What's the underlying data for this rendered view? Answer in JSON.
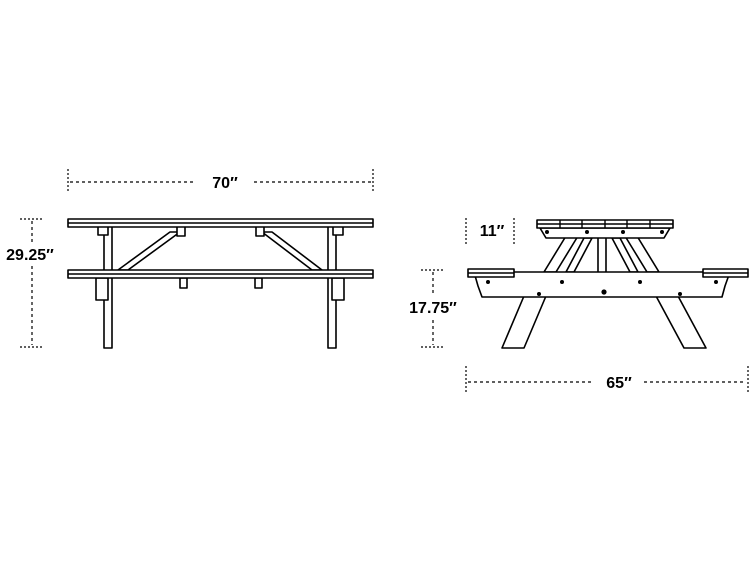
{
  "dimensions": {
    "front_width": "70″",
    "front_height": "29.25″",
    "side_top_offset": "11″",
    "side_seat_height": "17.75″",
    "side_depth": "65″"
  }
}
